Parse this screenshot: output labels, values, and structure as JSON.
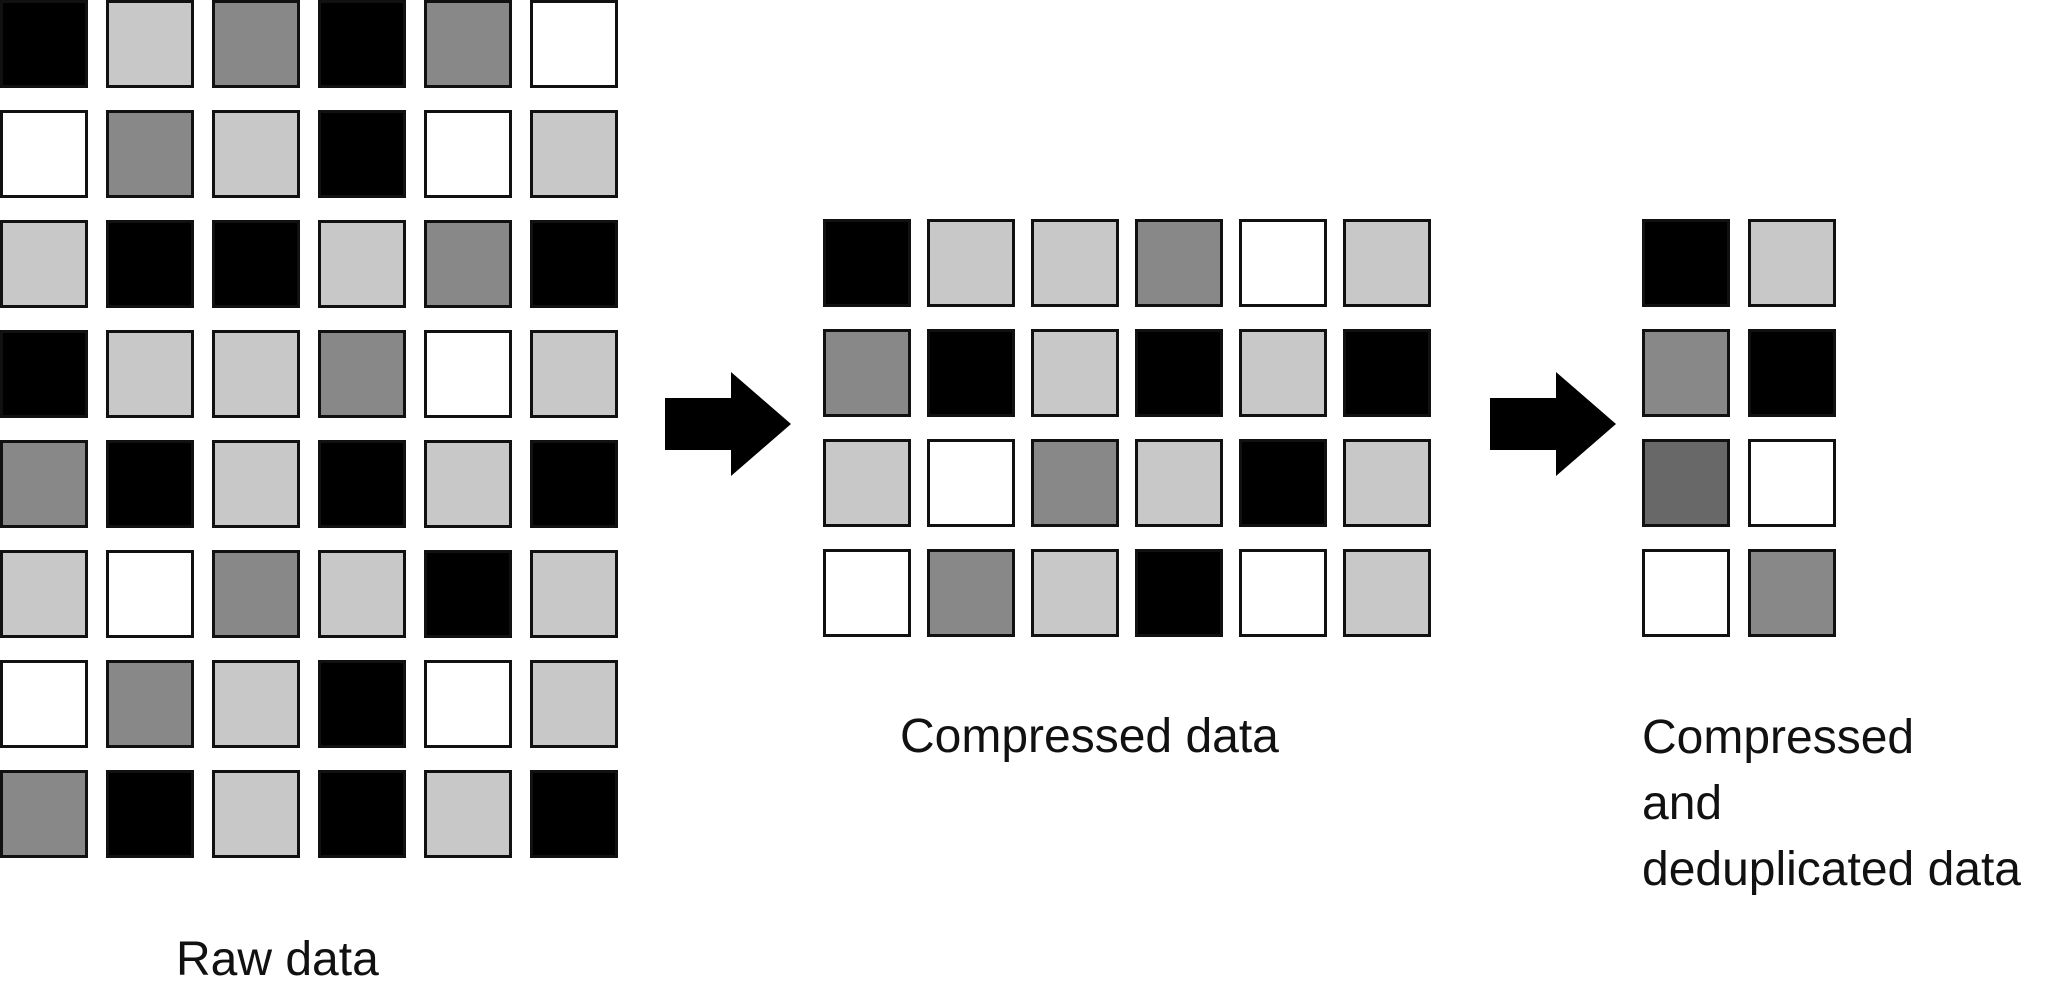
{
  "colors": {
    "black": "#000000",
    "dark_gray": "#686868",
    "gray": "#888888",
    "light_gray": "#c8c8c8",
    "white": "#ffffff",
    "arrow": "#000000"
  },
  "raw": {
    "label": "Raw data",
    "rows": [
      [
        "black",
        "light_gray",
        "gray",
        "black",
        "gray",
        "white"
      ],
      [
        "white",
        "gray",
        "light_gray",
        "black",
        "white",
        "light_gray"
      ],
      [
        "light_gray",
        "black",
        "black",
        "light_gray",
        "gray",
        "black"
      ],
      [
        "black",
        "light_gray",
        "light_gray",
        "gray",
        "white",
        "light_gray"
      ],
      [
        "gray",
        "black",
        "light_gray",
        "black",
        "light_gray",
        "black"
      ],
      [
        "light_gray",
        "white",
        "gray",
        "light_gray",
        "black",
        "light_gray"
      ],
      [
        "white",
        "gray",
        "light_gray",
        "black",
        "white",
        "light_gray"
      ],
      [
        "gray",
        "black",
        "light_gray",
        "black",
        "light_gray",
        "black"
      ]
    ]
  },
  "compressed": {
    "label": "Compressed data",
    "rows": [
      [
        "black",
        "light_gray",
        "light_gray",
        "gray",
        "white",
        "light_gray"
      ],
      [
        "gray",
        "black",
        "light_gray",
        "black",
        "light_gray",
        "black"
      ],
      [
        "light_gray",
        "white",
        "gray",
        "light_gray",
        "black",
        "light_gray"
      ],
      [
        "white",
        "gray",
        "light_gray",
        "black",
        "white",
        "light_gray"
      ]
    ]
  },
  "deduplicated": {
    "label": "Compressed\nand\ndeduplicated data",
    "rows": [
      [
        "black",
        "light_gray"
      ],
      [
        "gray",
        "black"
      ],
      [
        "dark_gray",
        "white"
      ],
      [
        "white",
        "gray"
      ]
    ]
  },
  "arrows": [
    {
      "icon": "right-arrow-icon"
    },
    {
      "icon": "right-arrow-icon"
    }
  ]
}
